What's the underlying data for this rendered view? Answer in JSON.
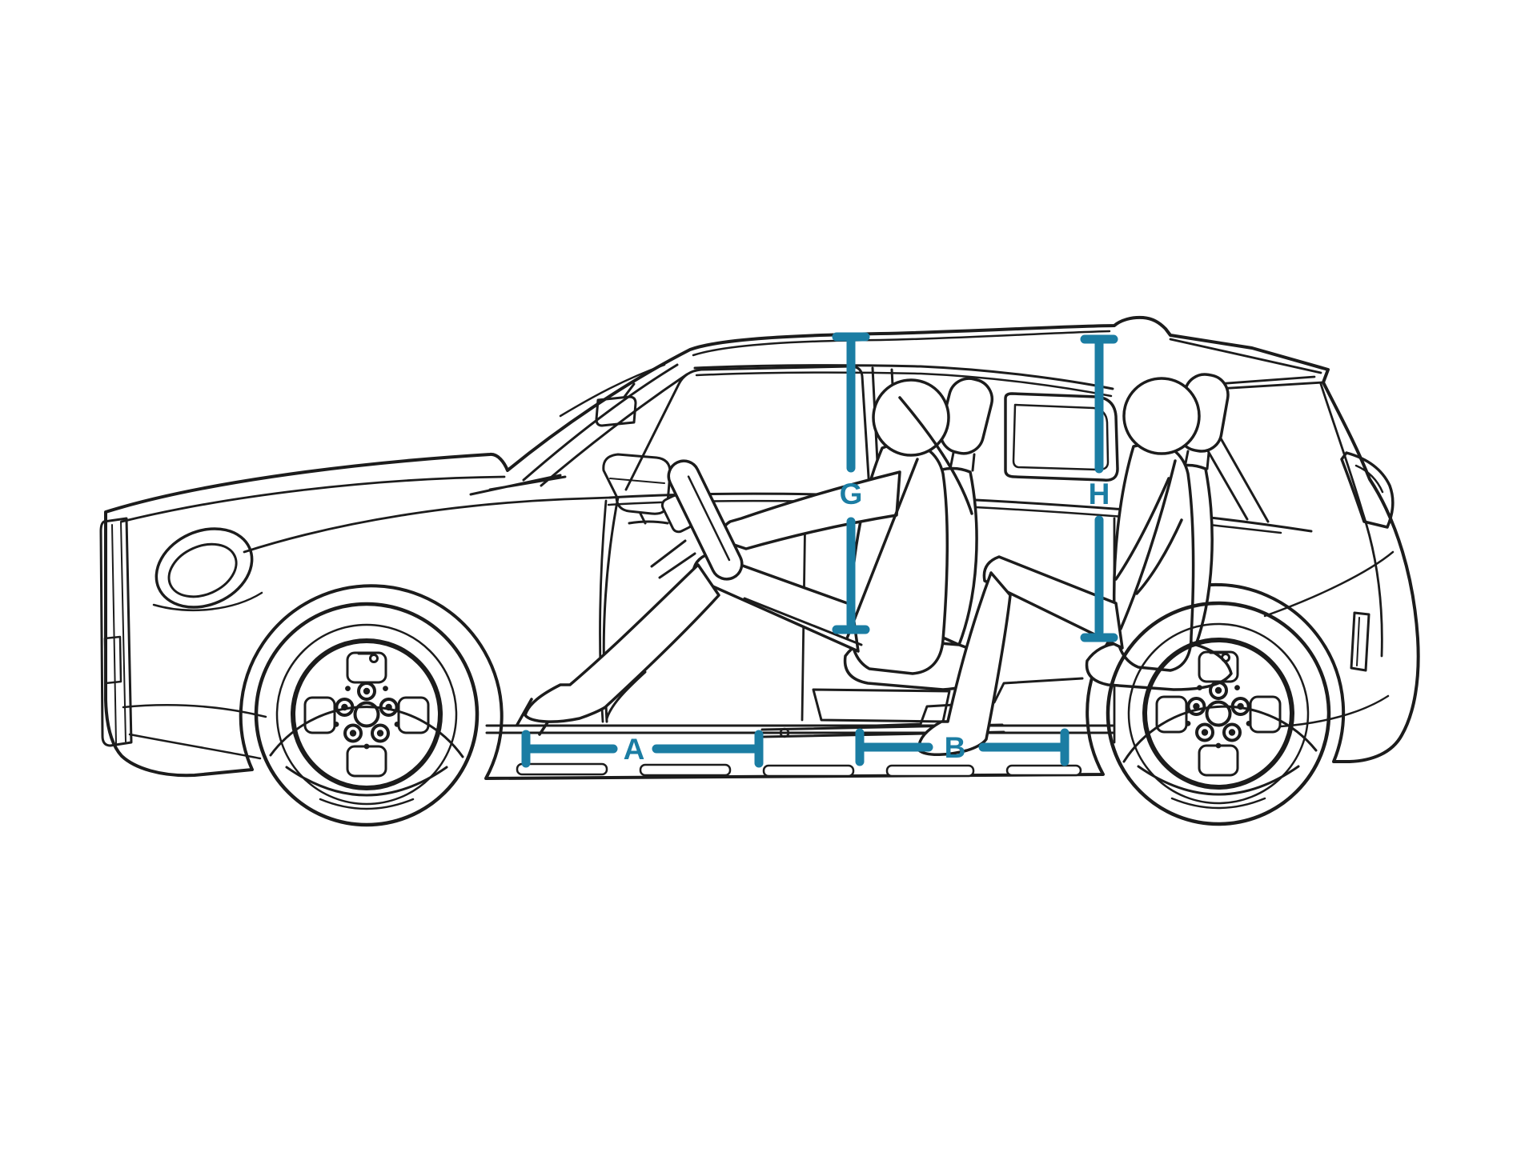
{
  "diagram": {
    "labels": {
      "g": "G",
      "h": "H",
      "a": "A",
      "b": "B"
    }
  },
  "colors": {
    "marker": "#1b7da3",
    "line_art": "#1c1c1c",
    "background": "#ffffff"
  }
}
